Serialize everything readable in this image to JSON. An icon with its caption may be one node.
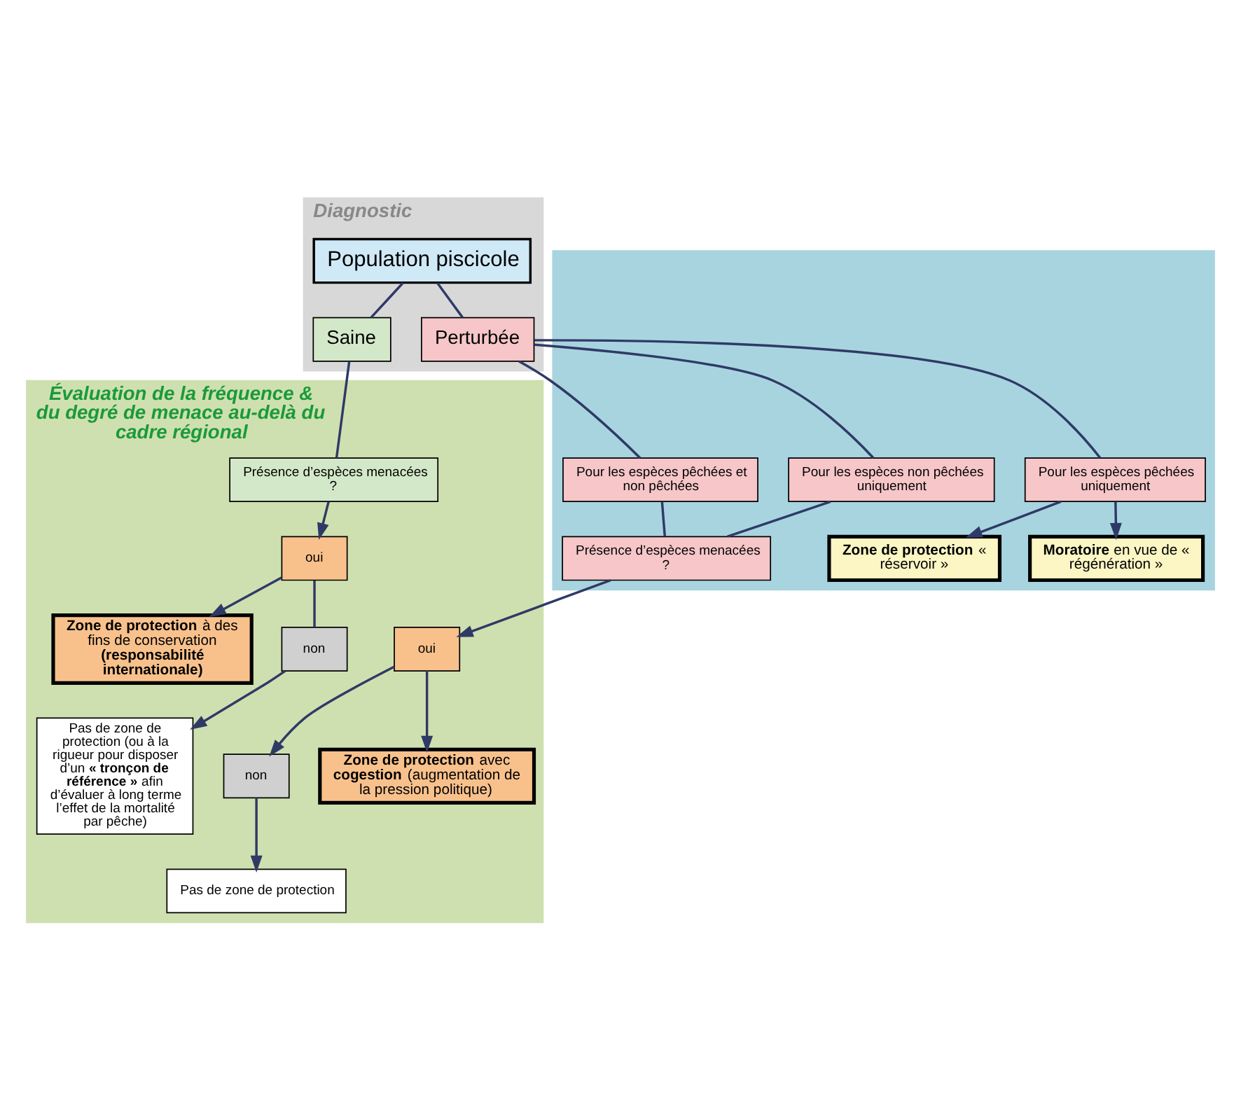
{
  "diagram": {
    "nodes": [
      {
        "text": [
          "Diagnostic"
        ]
      },
      {
        "text": [
          "Population piscicole"
        ],
        "in": 0
      },
      {
        "text": [
          "Perturbée"
        ],
        "in": 0
      },
      {
        "text": [
          "Saine"
        ],
        "in": 0
      },
      {
        "text": [],
        "shape": "box"
      },
      {
        "text": [
          "**Zone de protection** « réservoir »"
        ],
        "in": 4
      },
      {
        "text": [
          "**Moratoire** en vue de « régénération »"
        ],
        "in": 4
      },
      {
        "text": [
          "Pour les espèces pêchées uniquement"
        ],
        "in": 4
      },
      {
        "text": [
          "Pour les espèces non pêchées uniquement"
        ],
        "in": 4
      },
      {
        "text": [
          "Présence d’espèces menacées ?"
        ],
        "in": 4
      },
      {
        "text": [
          "Pour les espèces pêchées et non pêchées"
        ],
        "in": 4
      },
      {
        "text": [
          "Évaluation de la fréquence & du degré de menace au-delà du cadre régional"
        ]
      },
      {
        "text": [
          "Présence d’espèces menacées ?"
        ],
        "in": 11
      },
      {
        "text": [
          "oui"
        ],
        "in": 11
      },
      {
        "text": [
          "**Zone de protection** à des fins de conservation **(responsabilité internationale)**"
        ],
        "in": 11
      },
      {
        "text": [
          "non"
        ],
        "in": 11
      },
      {
        "text": [
          "Pas de zone de protection (ou à la rigueur pour disposer d’un **« tronçon de référence »** afin d’évaluer à long terme l’effet de la mortalité par pêche)"
        ],
        "in": 11
      },
      {
        "text": [
          "oui"
        ],
        "in": 11
      },
      {
        "text": [
          "**Zone de protection** avec **cogestion** (augmentation de la pression politique)"
        ],
        "in": 11
      },
      {
        "text": [
          "non"
        ],
        "in": 11
      },
      {
        "text": [
          "Pas de zone de protection"
        ],
        "in": 11
      }
    ],
    "edges": [
      {
        "from": 1,
        "to": 2,
        "arrow": "none"
      },
      {
        "from": 1,
        "to": 3,
        "arrow": "none"
      },
      {
        "from": 2,
        "to": 7,
        "arrow": "none"
      },
      {
        "from": 2,
        "to": 8,
        "arrow": "none"
      },
      {
        "from": 2,
        "to": 10,
        "arrow": "none"
      },
      {
        "from": 7,
        "to": 5,
        "arrow": "to"
      },
      {
        "from": 7,
        "to": 6,
        "arrow": "to"
      },
      {
        "from": 8,
        "to": 9,
        "arrow": "none"
      },
      {
        "from": 10,
        "to": 9,
        "arrow": "none"
      },
      {
        "from": 9,
        "to": 17,
        "arrow": "to"
      },
      {
        "from": 17,
        "to": 18,
        "arrow": "to"
      },
      {
        "from": 17,
        "to": 19,
        "arrow": "to"
      },
      {
        "from": 19,
        "to": 20,
        "arrow": "to"
      },
      {
        "from": 3,
        "to": 12,
        "arrow": "none"
      },
      {
        "from": 12,
        "to": 13,
        "arrow": "to"
      },
      {
        "from": 13,
        "to": 14,
        "arrow": "to"
      },
      {
        "from": 13,
        "to": 15,
        "arrow": "none"
      },
      {
        "from": 15,
        "to": 16,
        "arrow": "to"
      }
    ]
  }
}
